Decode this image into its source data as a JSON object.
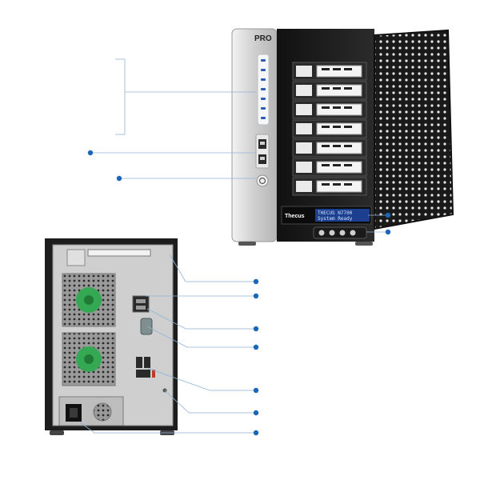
{
  "front_unit": {
    "badge": "PRO",
    "lcd_brand": "Thecus",
    "lcd_line1": "THECUS N7700",
    "lcd_line2": "System Ready",
    "drive_bays": 7
  },
  "colors": {
    "callout_line": "#8fb3d9",
    "callout_dot": "#1a66b8",
    "fan_green": "#35a853",
    "lcd_bg": "#1c3f8f",
    "chassis_dark": "#1d1d1d",
    "panel_silver": "#d9d9d9"
  },
  "icons": [
    "fan-icon",
    "usb-port-icon",
    "power-socket-icon",
    "lan-port-icon",
    "serial-port-icon",
    "power-button-icon"
  ]
}
